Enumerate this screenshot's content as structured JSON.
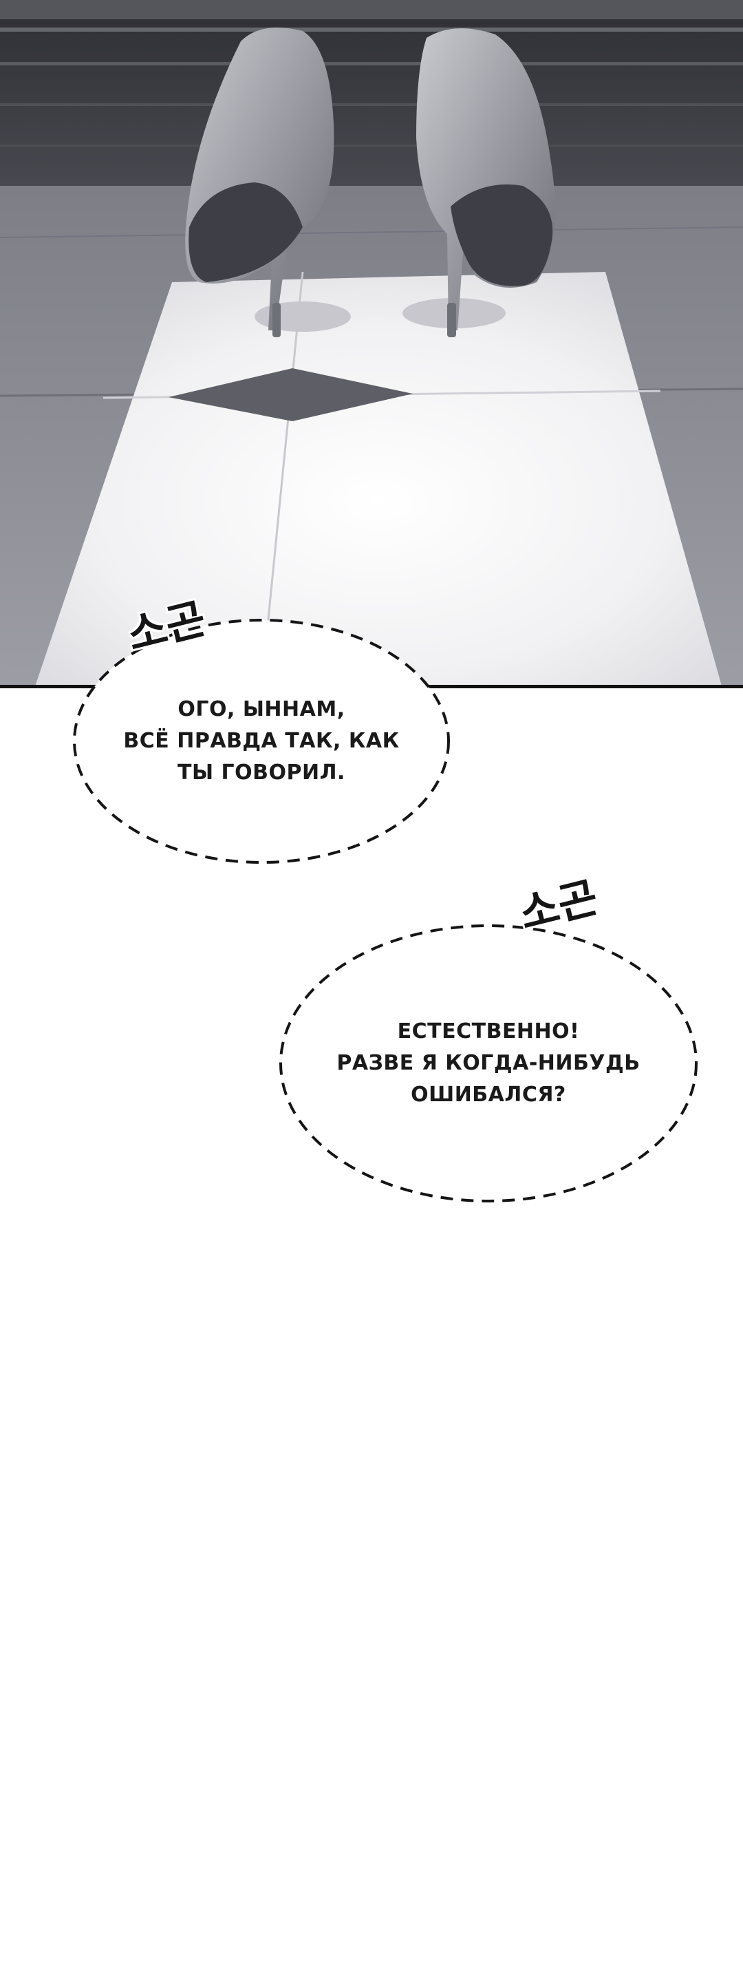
{
  "panel": {
    "scene": "pair of grey high-heel shoes on a lit tiled floor",
    "colors": {
      "wall_dark": "#3c3c42",
      "wall_mid": "#5a5a62",
      "floor_shadow": "#8a8a92",
      "floor_light": "#f4f4f6",
      "shoe": "#9a9ba2",
      "shoe_dark": "#3e3f46"
    }
  },
  "bubbles": [
    {
      "lines": [
        "ОГО, ЫННАМ,",
        "ВСЁ ПРАВДА ТАК, КАК",
        "ТЫ ГОВОРИЛ."
      ],
      "sfx": "소곤"
    },
    {
      "lines": [
        "ЕСТЕСТВЕННО!",
        "РАЗВЕ Я КОГДА-НИБУДЬ",
        "ОШИБАЛСЯ?"
      ],
      "sfx": "소곤"
    }
  ]
}
